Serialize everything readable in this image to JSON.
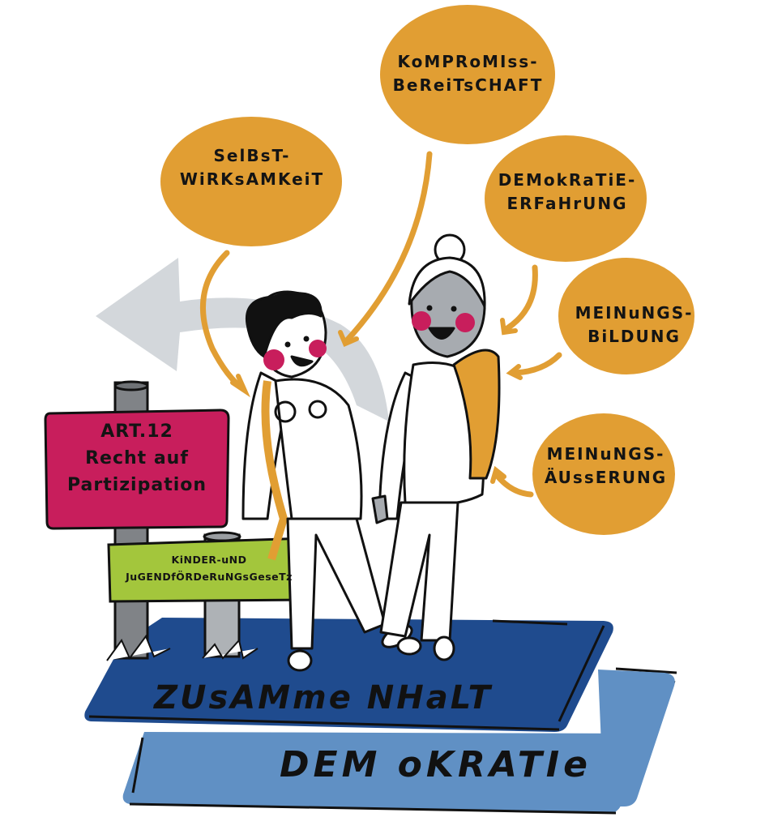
{
  "colors": {
    "bubble": "#E19E33",
    "arrow_orange": "#E19E33",
    "sign_pink": "#C81E5C",
    "sign_green": "#A3C63C",
    "platform_dark": "#1F4B8E",
    "platform_light": "#6090C4",
    "big_arrow_grey": "#D3D7DB",
    "pole_dark": "#808387",
    "pole_light": "#AEB2B6",
    "cheek": "#C81E5C",
    "skin_grey": "#A7ABB0"
  },
  "bubbles": [
    {
      "id": "selbstwirksamkeit",
      "line1": "SelBsT-",
      "line2": "WiRKsAMKeiT"
    },
    {
      "id": "kompromissbereitschaft",
      "line1": "KoMPRoMIss-",
      "line2": "BeReiTsCHAFT"
    },
    {
      "id": "demokratieerfahrung",
      "line1": "DEMokRaTiE-",
      "line2": "ERFaHrUNG"
    },
    {
      "id": "meinungsbildung",
      "line1": "MEINuNGS-",
      "line2": "BiLDUNG"
    },
    {
      "id": "meinungsaeusserung",
      "line1": "MEINuNGS-",
      "line2": "ÄUssERUNG"
    }
  ],
  "signs": {
    "article": {
      "line1": "ART.12",
      "line2": "Recht auf",
      "line3": "Partizipation"
    },
    "law": {
      "line1": "KiNDER-uND",
      "line2": "JuGENDfÖRDeRuNGsGeseTz"
    }
  },
  "platforms": {
    "top": "ZUsAMme NHaLT",
    "bottom": "DEM oKRATIe"
  }
}
